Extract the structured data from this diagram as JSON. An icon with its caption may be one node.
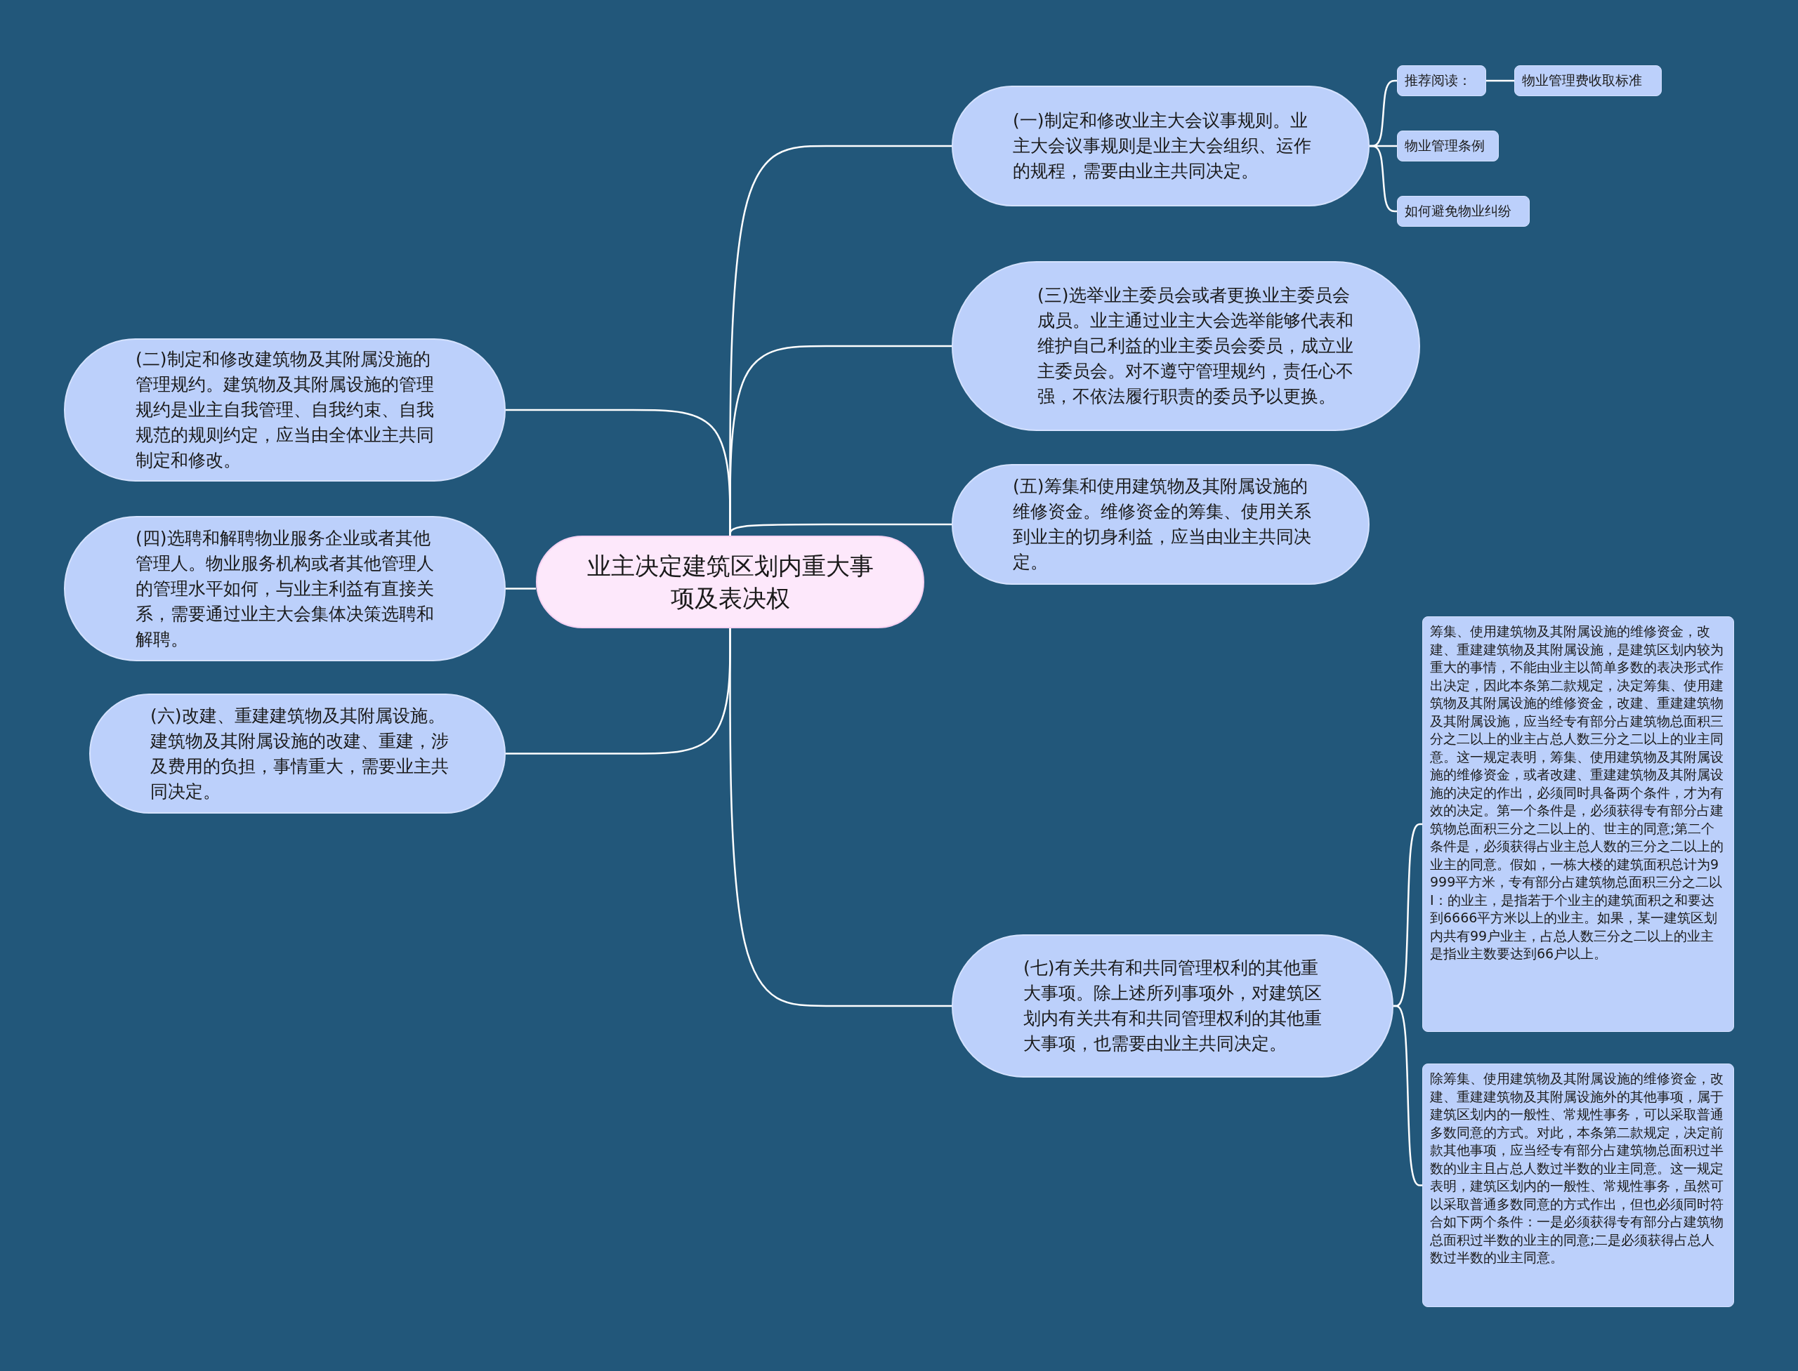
{
  "diagram": {
    "nodes": [
      {
        "text": [
          "业主决定建筑区划内重大事项及表决权"
        ]
      },
      {
        "text": [
          "(一)制定和修改业主大会议事规则。业主大会议事规则是业主大会组织、运作的规程，需要由业主共同决定。"
        ]
      },
      {
        "text": [
          "推荐阅读："
        ]
      },
      {
        "text": [
          "物业管理费收取标准"
        ]
      },
      {
        "text": [
          "物业管理条例"
        ]
      },
      {
        "text": [
          "如何避免物业纠纷"
        ]
      },
      {
        "text": [
          "(三)选举业主委员会或者更换业主委员会成员。业主通过业主大会选举能够代表和维护自己利益的业主委员会委员，成立业主委员会。对不遵守管理规约，责任心不强，不依法履行职责的委员予以更换。"
        ]
      },
      {
        "text": [
          "(五)筹集和使用建筑物及其附属设施的维修资金。维修资金的筹集、使用关系到业主的切身利益，应当由业主共同决定。"
        ]
      },
      {
        "text": [
          "(七)有关共有和共同管理权利的其他重大事项。除上述所列事项外，对建筑区划内有关共有和共同管理权利的其他重大事项，也需要由业主共同决定。"
        ]
      },
      {
        "text": [
          "筹集、使用建筑物及其附属设施的维修资金，改建、重建建筑物及其附属设施，是建筑区划内较为重大的事情，不能由业主以简单多数的表决形式作出决定，因此本条第二款规定，决定筹集、使用建筑物及其附属设施的维修资金，改建、重建建筑物及其附属设施，应当经专有部分占建筑物总面积三分之二以上的业主占总人数三分之二以上的业主同意。这一规定表明，筹集、使用建筑物及其附属设施的维修资金，或者改建、重建建筑物及其附属设施的决定的作出，必须同时具备两个条件，才为有效的决定。第一个条件是，必须获得专有部分占建筑物总面积三分之二以上的、世主的同意;第二个条件是，必须获得占业主总人数的三分之二以上的业主的同意。假如，一栋大楼的建筑面积总计为9999平方米，专有部分占建筑物总面积三分之二以I：的业主，是指若于个业主的建筑面积之和要达到6666平方米以上的业主。如果，某一建筑区划内共有99户业主，占总人数三分之二以上的业主是指业主数要达到66户以上。"
        ]
      },
      {
        "text": [
          "除筹集、使用建筑物及其附属设施的维修资金，改建、重建建筑物及其附属设施外的其他事项，属于建筑区划内的一般性、常规性事务，可以采取普通多数同意的方式。对此，本条第二款规定，决定前款其他事项，应当经专有部分占建筑物总面积过半数的业主且占总人数过半数的业主同意。这一规定表明，建筑区划内的一般性、常规性事务，虽然可以采取普通多数同意的方式作出，但也必须同时符合如下两个条件：一是必须获得专有部分占建筑物总面积过半数的业主的同意;二是必须获得占总人数过半数的业主同意。"
        ]
      },
      {
        "text": [
          "(二)制定和修改建筑物及其附属没施的管理规约。建筑物及其附属设施的管理规约是业主自我管理、自我约束、自我规范的规则约定，应当由全体业主共同制定和修改。"
        ]
      },
      {
        "text": [
          "(四)选聘和解聘物业服务企业或者其他管理人。物业服务机构或者其他管理人的管理水平如何，与业主利益有直接关系，需要通过业主大会集体决策选聘和解聘。"
        ]
      },
      {
        "text": [
          "(六)改建、重建建筑物及其附属设施。建筑物及其附属设施的改建、重建，涉及费用的负担，事情重大，需要业主共同决定。"
        ]
      }
    ],
    "edges": [
      {
        "from": 0,
        "to": 1,
        "arrow": "none"
      },
      {
        "from": 0,
        "to": 6,
        "arrow": "none"
      },
      {
        "from": 0,
        "to": 7,
        "arrow": "none"
      },
      {
        "from": 0,
        "to": 8,
        "arrow": "none"
      },
      {
        "from": 0,
        "to": 11,
        "arrow": "none"
      },
      {
        "from": 0,
        "to": 12,
        "arrow": "none"
      },
      {
        "from": 0,
        "to": 13,
        "arrow": "none"
      },
      {
        "from": 1,
        "to": 2,
        "arrow": "none"
      },
      {
        "from": 2,
        "to": 3,
        "arrow": "none"
      },
      {
        "from": 1,
        "to": 4,
        "arrow": "none"
      },
      {
        "from": 1,
        "to": 5,
        "arrow": "none"
      },
      {
        "from": 8,
        "to": 9,
        "arrow": "none"
      },
      {
        "from": 8,
        "to": 10,
        "arrow": "none"
      }
    ]
  }
}
